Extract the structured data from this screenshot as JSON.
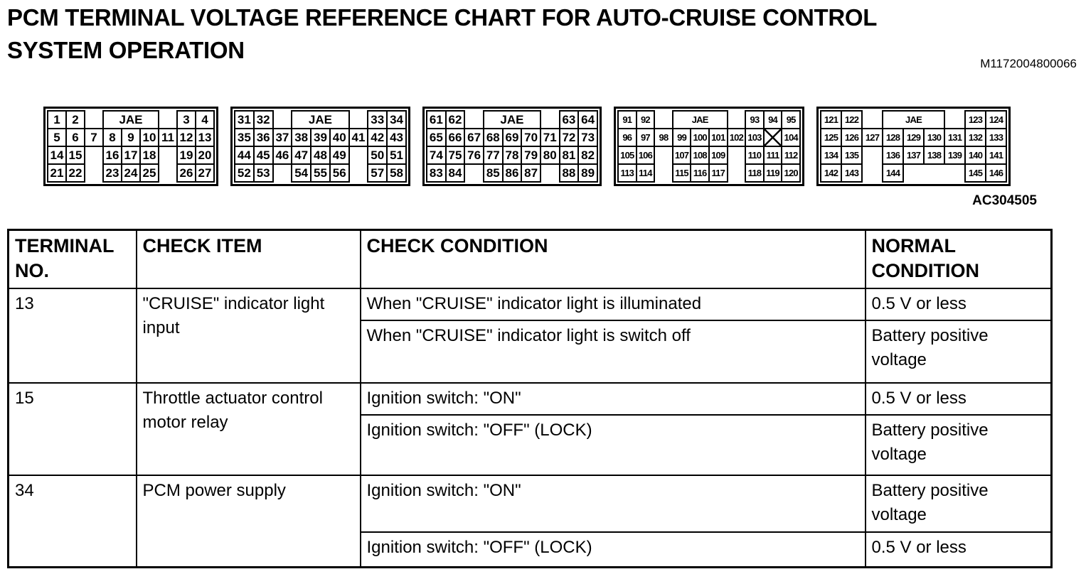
{
  "title": {
    "line1": "PCM TERMINAL VOLTAGE REFERENCE CHART FOR AUTO-CRUISE CONTROL",
    "line2": "SYSTEM OPERATION"
  },
  "document_code": "M1172004800066",
  "figure_code": "AC304505",
  "connector_brand": "JAE",
  "connectors": [
    {
      "rows": [
        [
          {
            "t": "pin",
            "v": "1"
          },
          {
            "t": "pin",
            "v": "2"
          },
          {
            "t": "gap"
          },
          {
            "t": "jae",
            "v": "JAE",
            "span": 3
          },
          {
            "t": "gap"
          },
          {
            "t": "pin",
            "v": "3"
          },
          {
            "t": "pin",
            "v": "4"
          }
        ],
        [
          {
            "t": "pin",
            "v": "5"
          },
          {
            "t": "pin",
            "v": "6"
          },
          {
            "t": "pin",
            "v": "7"
          },
          {
            "t": "pin",
            "v": "8"
          },
          {
            "t": "pin",
            "v": "9"
          },
          {
            "t": "pin",
            "v": "10"
          },
          {
            "t": "pin",
            "v": "11"
          },
          {
            "t": "pin",
            "v": "12"
          },
          {
            "t": "pin",
            "v": "13"
          }
        ],
        [
          {
            "t": "pin",
            "v": "14"
          },
          {
            "t": "pin",
            "v": "15"
          },
          {
            "t": "gap"
          },
          {
            "t": "pin",
            "v": "16"
          },
          {
            "t": "pin",
            "v": "17"
          },
          {
            "t": "pin",
            "v": "18"
          },
          {
            "t": "gap"
          },
          {
            "t": "pin",
            "v": "19"
          },
          {
            "t": "pin",
            "v": "20"
          }
        ],
        [
          {
            "t": "pin",
            "v": "21"
          },
          {
            "t": "pin",
            "v": "22"
          },
          {
            "t": "gap"
          },
          {
            "t": "pin",
            "v": "23"
          },
          {
            "t": "pin",
            "v": "24"
          },
          {
            "t": "pin",
            "v": "25"
          },
          {
            "t": "gap"
          },
          {
            "t": "pin",
            "v": "26"
          },
          {
            "t": "pin",
            "v": "27"
          }
        ]
      ]
    },
    {
      "rows": [
        [
          {
            "t": "pin",
            "v": "31"
          },
          {
            "t": "pin",
            "v": "32"
          },
          {
            "t": "gap"
          },
          {
            "t": "jae",
            "v": "JAE",
            "span": 3
          },
          {
            "t": "gap"
          },
          {
            "t": "pin",
            "v": "33"
          },
          {
            "t": "pin",
            "v": "34"
          }
        ],
        [
          {
            "t": "pin",
            "v": "35"
          },
          {
            "t": "pin",
            "v": "36"
          },
          {
            "t": "pin",
            "v": "37"
          },
          {
            "t": "pin",
            "v": "38"
          },
          {
            "t": "pin",
            "v": "39"
          },
          {
            "t": "pin",
            "v": "40"
          },
          {
            "t": "pin",
            "v": "41"
          },
          {
            "t": "pin",
            "v": "42"
          },
          {
            "t": "pin",
            "v": "43"
          }
        ],
        [
          {
            "t": "pin",
            "v": "44"
          },
          {
            "t": "pin",
            "v": "45"
          },
          {
            "t": "pin",
            "v": "46"
          },
          {
            "t": "pin",
            "v": "47"
          },
          {
            "t": "pin",
            "v": "48"
          },
          {
            "t": "pin",
            "v": "49"
          },
          {
            "t": "gap"
          },
          {
            "t": "pin",
            "v": "50"
          },
          {
            "t": "pin",
            "v": "51"
          }
        ],
        [
          {
            "t": "pin",
            "v": "52"
          },
          {
            "t": "pin",
            "v": "53"
          },
          {
            "t": "gap"
          },
          {
            "t": "pin",
            "v": "54"
          },
          {
            "t": "pin",
            "v": "55"
          },
          {
            "t": "pin",
            "v": "56"
          },
          {
            "t": "gap"
          },
          {
            "t": "pin",
            "v": "57"
          },
          {
            "t": "pin",
            "v": "58"
          }
        ]
      ]
    },
    {
      "rows": [
        [
          {
            "t": "pin",
            "v": "61"
          },
          {
            "t": "pin",
            "v": "62"
          },
          {
            "t": "gap"
          },
          {
            "t": "jae",
            "v": "JAE",
            "span": 3
          },
          {
            "t": "gap"
          },
          {
            "t": "pin",
            "v": "63"
          },
          {
            "t": "pin",
            "v": "64"
          }
        ],
        [
          {
            "t": "pin",
            "v": "65"
          },
          {
            "t": "pin",
            "v": "66"
          },
          {
            "t": "pin",
            "v": "67"
          },
          {
            "t": "pin",
            "v": "68"
          },
          {
            "t": "pin",
            "v": "69"
          },
          {
            "t": "pin",
            "v": "70"
          },
          {
            "t": "pin",
            "v": "71"
          },
          {
            "t": "pin",
            "v": "72"
          },
          {
            "t": "pin",
            "v": "73"
          }
        ],
        [
          {
            "t": "pin",
            "v": "74"
          },
          {
            "t": "pin",
            "v": "75"
          },
          {
            "t": "pin",
            "v": "76"
          },
          {
            "t": "pin",
            "v": "77"
          },
          {
            "t": "pin",
            "v": "78"
          },
          {
            "t": "pin",
            "v": "79"
          },
          {
            "t": "pin",
            "v": "80"
          },
          {
            "t": "pin",
            "v": "81"
          },
          {
            "t": "pin",
            "v": "82"
          }
        ],
        [
          {
            "t": "pin",
            "v": "83"
          },
          {
            "t": "pin",
            "v": "84"
          },
          {
            "t": "gap"
          },
          {
            "t": "pin",
            "v": "85"
          },
          {
            "t": "pin",
            "v": "86"
          },
          {
            "t": "pin",
            "v": "87"
          },
          {
            "t": "gap"
          },
          {
            "t": "pin",
            "v": "88"
          },
          {
            "t": "pin",
            "v": "89"
          }
        ]
      ]
    },
    {
      "rows": [
        [
          {
            "t": "pin",
            "v": "91"
          },
          {
            "t": "pin",
            "v": "92"
          },
          {
            "t": "gap"
          },
          {
            "t": "jae",
            "v": "JAE",
            "span": 3
          },
          {
            "t": "gap"
          },
          {
            "t": "pin",
            "v": "93"
          },
          {
            "t": "pin",
            "v": "94"
          },
          {
            "t": "pin",
            "v": "95"
          }
        ],
        [
          {
            "t": "pin",
            "v": "96"
          },
          {
            "t": "pin",
            "v": "97"
          },
          {
            "t": "pin",
            "v": "98"
          },
          {
            "t": "pin",
            "v": "99"
          },
          {
            "t": "pin",
            "v": "100"
          },
          {
            "t": "pin",
            "v": "101"
          },
          {
            "t": "pin",
            "v": "102"
          },
          {
            "t": "pin",
            "v": "103"
          },
          {
            "t": "x"
          },
          {
            "t": "pin",
            "v": "104"
          }
        ],
        [
          {
            "t": "pin",
            "v": "105"
          },
          {
            "t": "pin",
            "v": "106"
          },
          {
            "t": "gap"
          },
          {
            "t": "pin",
            "v": "107"
          },
          {
            "t": "pin",
            "v": "108"
          },
          {
            "t": "pin",
            "v": "109"
          },
          {
            "t": "gap"
          },
          {
            "t": "pin",
            "v": "110"
          },
          {
            "t": "pin",
            "v": "111"
          },
          {
            "t": "pin",
            "v": "112"
          }
        ],
        [
          {
            "t": "pin",
            "v": "113"
          },
          {
            "t": "pin",
            "v": "114"
          },
          {
            "t": "gap"
          },
          {
            "t": "pin",
            "v": "115"
          },
          {
            "t": "pin",
            "v": "116"
          },
          {
            "t": "pin",
            "v": "117"
          },
          {
            "t": "gap"
          },
          {
            "t": "pin",
            "v": "118"
          },
          {
            "t": "pin",
            "v": "119"
          },
          {
            "t": "pin",
            "v": "120"
          }
        ]
      ]
    },
    {
      "rows": [
        [
          {
            "t": "pin",
            "v": "121"
          },
          {
            "t": "pin",
            "v": "122"
          },
          {
            "t": "gap"
          },
          {
            "t": "jae",
            "v": "JAE",
            "span": 3
          },
          {
            "t": "gap"
          },
          {
            "t": "pin",
            "v": "123"
          },
          {
            "t": "pin",
            "v": "124"
          }
        ],
        [
          {
            "t": "pin",
            "v": "125"
          },
          {
            "t": "pin",
            "v": "126"
          },
          {
            "t": "pin",
            "v": "127"
          },
          {
            "t": "pin",
            "v": "128"
          },
          {
            "t": "pin",
            "v": "129"
          },
          {
            "t": "pin",
            "v": "130"
          },
          {
            "t": "pin",
            "v": "131"
          },
          {
            "t": "pin",
            "v": "132"
          },
          {
            "t": "pin",
            "v": "133"
          }
        ],
        [
          {
            "t": "pin",
            "v": "134"
          },
          {
            "t": "pin",
            "v": "135"
          },
          {
            "t": "gap"
          },
          {
            "t": "pin",
            "v": "136"
          },
          {
            "t": "pin",
            "v": "137"
          },
          {
            "t": "pin",
            "v": "138"
          },
          {
            "t": "pin",
            "v": "139"
          },
          {
            "t": "pin",
            "v": "140"
          },
          {
            "t": "pin",
            "v": "141"
          }
        ],
        [
          {
            "t": "pin",
            "v": "142"
          },
          {
            "t": "pin",
            "v": "143"
          },
          {
            "t": "gap"
          },
          {
            "t": "pin",
            "v": "144"
          },
          {
            "t": "gap"
          },
          {
            "t": "gap"
          },
          {
            "t": "gap"
          },
          {
            "t": "pin",
            "v": "145"
          },
          {
            "t": "pin",
            "v": "146"
          }
        ]
      ]
    }
  ],
  "table": {
    "headers": [
      "TERMINAL NO.",
      "CHECK ITEM",
      "CHECK CONDITION",
      "NORMAL CONDITION"
    ],
    "rows": [
      {
        "terminal": "13",
        "check_item": "\"CRUISE\" indicator light input",
        "conditions": [
          {
            "check_condition": "When \"CRUISE\" indicator light is illuminated",
            "normal_condition": "0.5 V or less"
          },
          {
            "check_condition": "When \"CRUISE\" indicator light is switch off",
            "normal_condition": "Battery positive voltage"
          }
        ]
      },
      {
        "terminal": "15",
        "check_item": "Throttle actuator control motor relay",
        "conditions": [
          {
            "check_condition": "Ignition switch: \"ON\"",
            "normal_condition": "0.5 V or less"
          },
          {
            "check_condition": "Ignition switch: \"OFF\" (LOCK)",
            "normal_condition": "Battery positive voltage"
          }
        ]
      },
      {
        "terminal": "34",
        "check_item": "PCM power supply",
        "conditions": [
          {
            "check_condition": "Ignition switch: \"ON\"",
            "normal_condition": "Battery positive voltage"
          },
          {
            "check_condition": "Ignition switch: \"OFF\" (LOCK)",
            "normal_condition": "0.5 V or less"
          }
        ]
      }
    ]
  }
}
